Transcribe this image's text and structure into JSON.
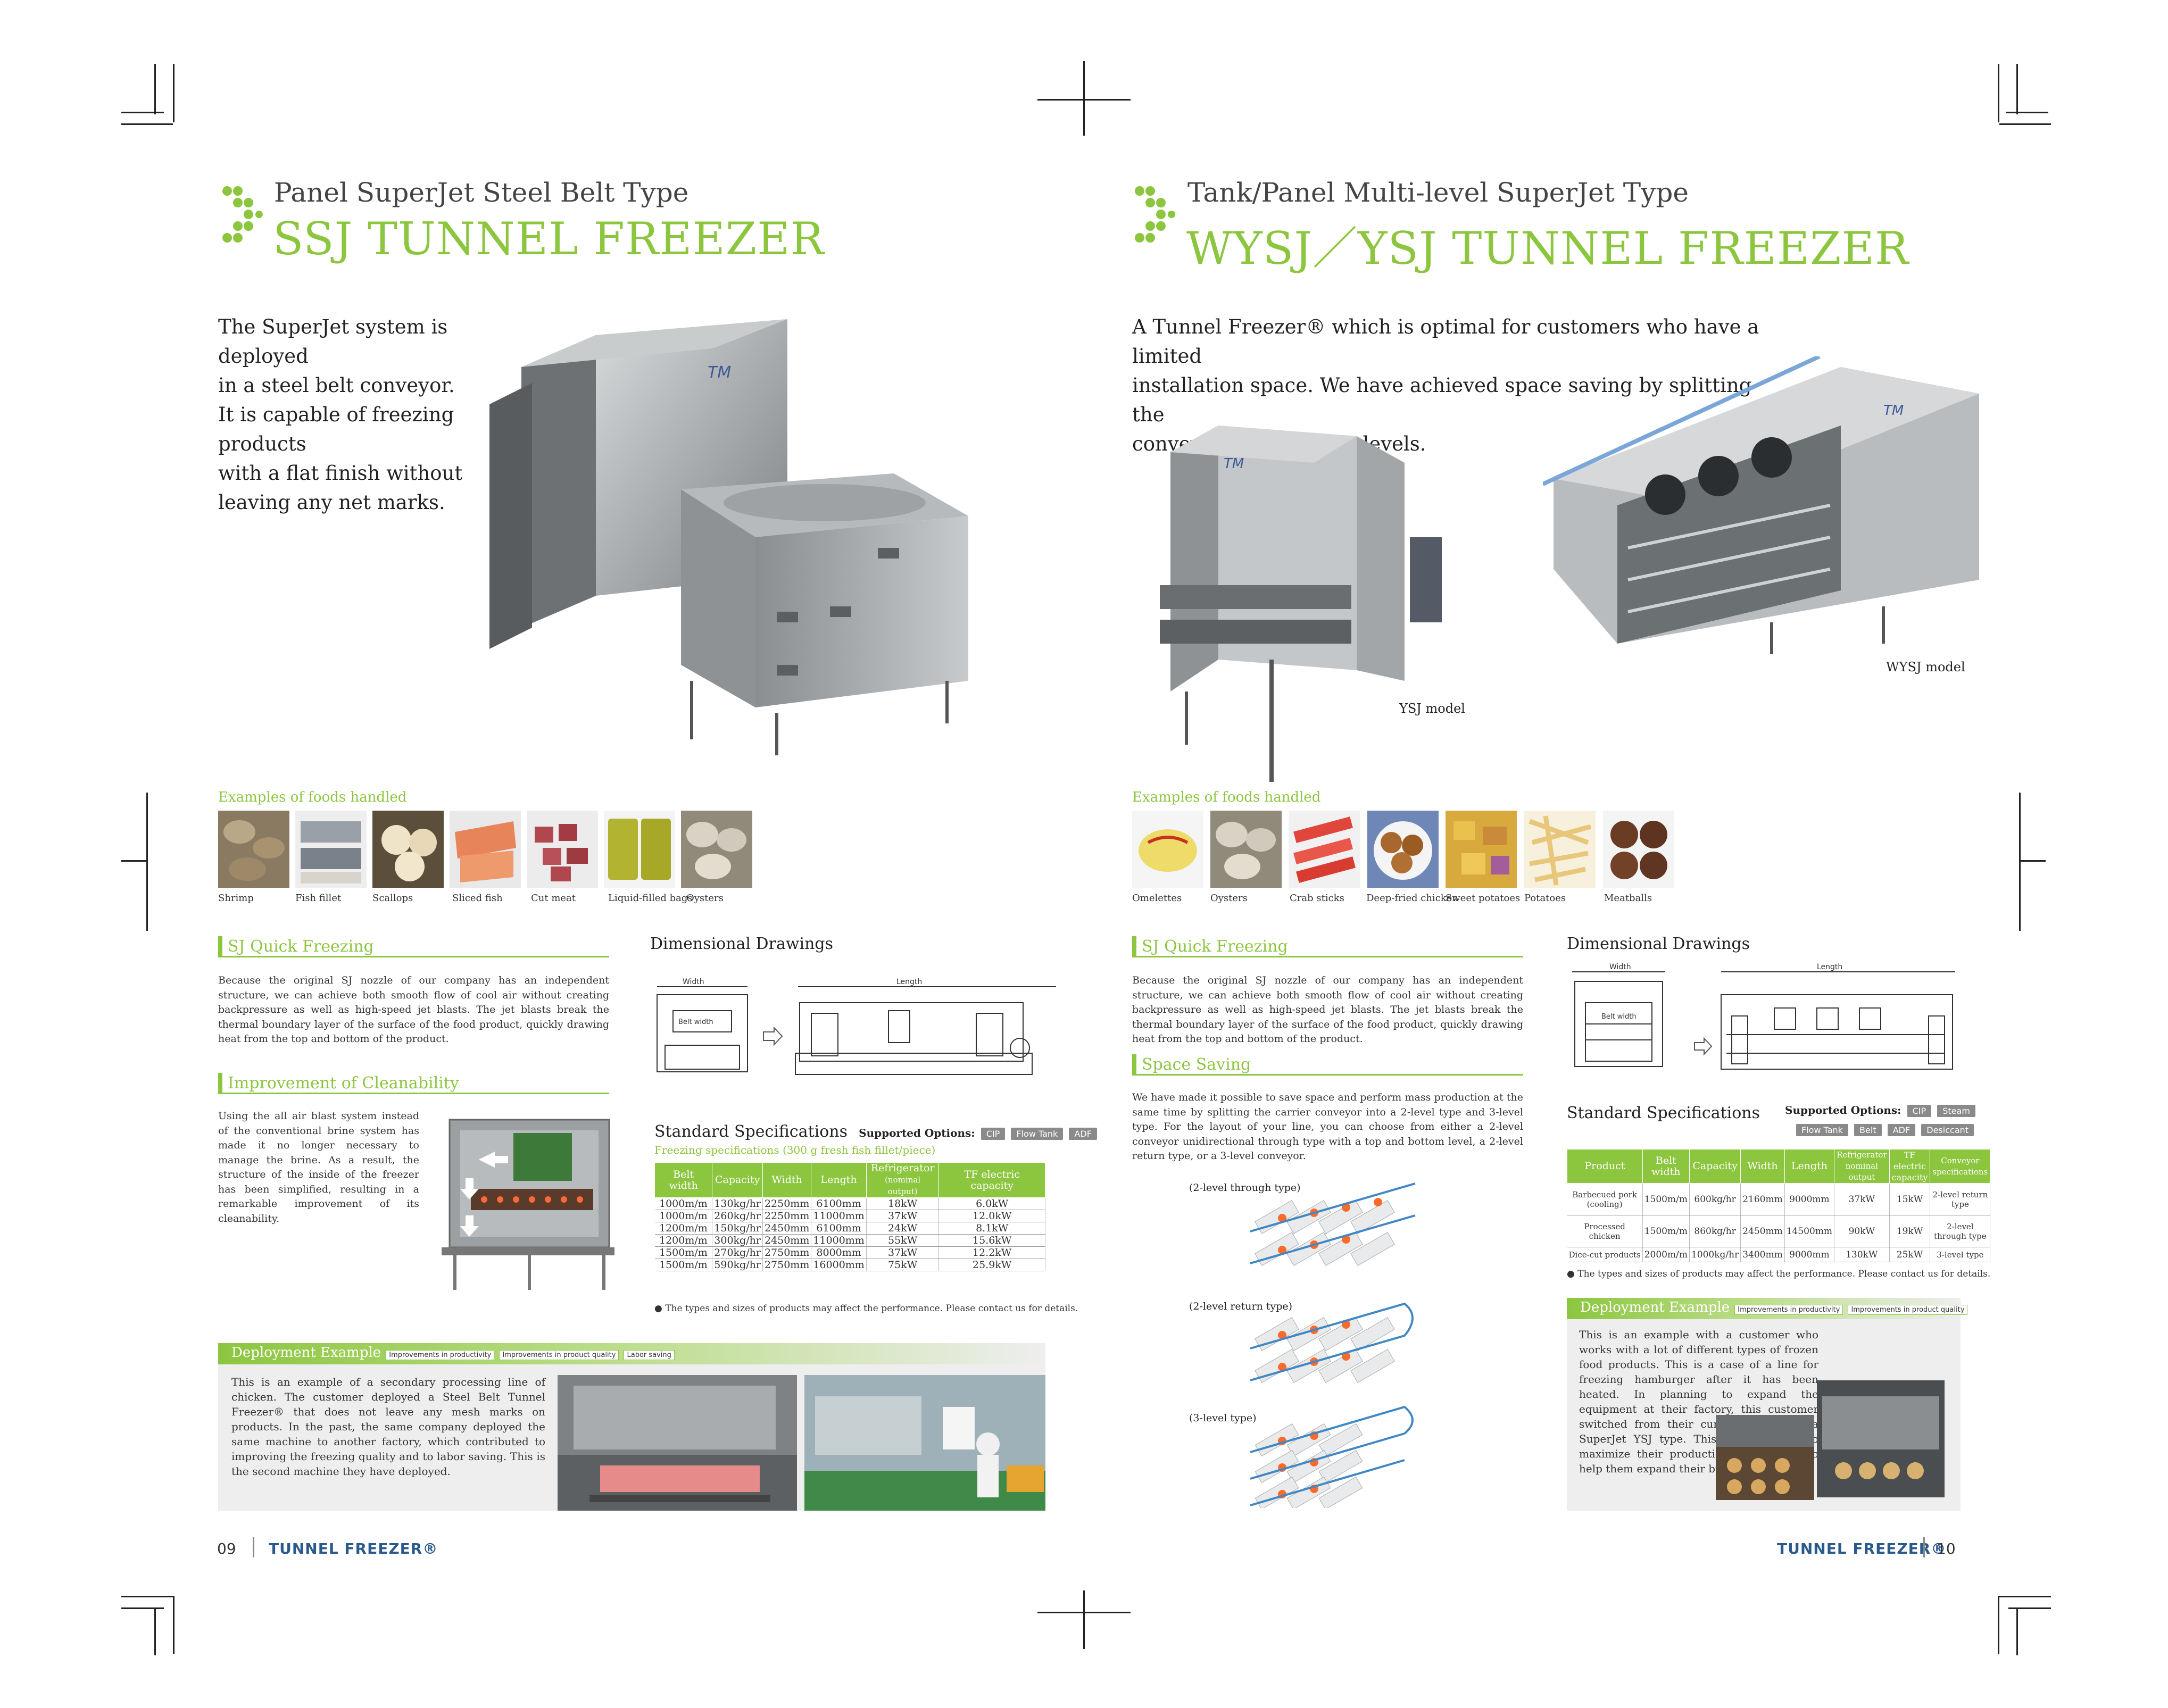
{
  "left": {
    "subtitle": "Panel SuperJet Steel Belt Type",
    "title": "SSJ TUNNEL FREEZER",
    "intro": [
      "The SuperJet system is deployed",
      "in a steel belt conveyor.",
      "It is capable of freezing products",
      "with a flat finish without",
      "leaving any net marks."
    ],
    "foods_heading": "Examples of foods handled",
    "foods": [
      {
        "label": "Shrimp",
        "color": "#8a7a62"
      },
      {
        "label": "Fish fillet",
        "color": "#9aa0a8"
      },
      {
        "label": "Scallops",
        "color": "#e8d8b8"
      },
      {
        "label": "Sliced fish",
        "color": "#e7845a"
      },
      {
        "label": "Cut meat",
        "color": "#b0464e"
      },
      {
        "label": "Liquid-filled bags",
        "color": "#b2b330"
      },
      {
        "label": "Oysters",
        "color": "#cfcabb"
      }
    ],
    "sj_heading": "SJ Quick Freezing",
    "sj_text": "Because the original SJ nozzle of our company has an independent structure, we can achieve both smooth flow of cool air without creating backpressure as well as high-speed jet blasts. The jet blasts break the thermal boundary layer of the surface of the food product, quickly drawing heat from the top and bottom of the product.",
    "clean_heading": "Improvement of Cleanability",
    "clean_text": "Using the all air blast system instead of the conventional brine system has made it no longer necessary to manage the brine. As a result, the structure of the inside of the freezer has been simplified, resulting in a remarkable improvement of its cleanability.",
    "drawings_title": "Dimensional Drawings",
    "drawing_labels": {
      "width": "Width",
      "length": "Length",
      "belt_width": "Belt width"
    },
    "spec_title": "Standard Specifications",
    "options_label": "Supported Options:",
    "options": [
      "CIP",
      "Flow Tank",
      "ADF"
    ],
    "spec_sub": "Freezing specifications (300 g fresh fish fillet/piece)",
    "spec_headers": [
      "Belt width",
      "Capacity",
      "Width",
      "Length",
      "Refrigerator",
      "TF electric capacity"
    ],
    "spec_header_sub": "(nominal output)",
    "spec_rows": [
      [
        "1000m/m",
        "130kg/hr",
        "2250mm",
        "6100mm",
        "18kW",
        "6.0kW"
      ],
      [
        "1000m/m",
        "260kg/hr",
        "2250mm",
        "11000mm",
        "37kW",
        "12.0kW"
      ],
      [
        "1200m/m",
        "150kg/hr",
        "2450mm",
        "6100mm",
        "24kW",
        "8.1kW"
      ],
      [
        "1200m/m",
        "300kg/hr",
        "2450mm",
        "11000mm",
        "55kW",
        "15.6kW"
      ],
      [
        "1500m/m",
        "270kg/hr",
        "2750mm",
        "8000mm",
        "37kW",
        "12.2kW"
      ],
      [
        "1500m/m",
        "590kg/hr",
        "2750mm",
        "16000mm",
        "75kW",
        "25.9kW"
      ]
    ],
    "spec_note": "● The types and sizes of products may affect the performance. Please contact us for details.",
    "deploy_title": "Deployment Example",
    "deploy_badges": [
      "Improvements in productivity",
      "Improvements in product quality",
      "Labor saving"
    ],
    "deploy_text": "This is an example of a secondary processing line of chicken. The customer deployed a Steel Belt Tunnel Freezer® that does not leave any mesh marks on products. In the past, the same company deployed the same machine to another factory, which contributed to improving the freezing quality and to labor saving. This is the second machine they have deployed.",
    "page_num": "09",
    "brand": "TUNNEL FREEZER®"
  },
  "right": {
    "subtitle": "Tank/Panel Multi-level SuperJet Type",
    "title": "WYSJ／YSJ TUNNEL FREEZER",
    "intro": [
      "A Tunnel Freezer® which is optimal for customers who have a limited",
      "installation space. We have achieved space saving by splitting the",
      "conveyor into multiple levels."
    ],
    "ysj_caption": "YSJ model",
    "wysj_caption": "WYSJ model",
    "foods_heading": "Examples of foods handled",
    "foods": [
      {
        "label": "Omelettes",
        "color": "#eedb6a"
      },
      {
        "label": "Oysters",
        "color": "#cfcabb"
      },
      {
        "label": "Crab sticks",
        "color": "#e0463c"
      },
      {
        "label": "Deep-fried chicken",
        "color": "#a8672c"
      },
      {
        "label": "Sweet potatoes",
        "color": "#d8a93c"
      },
      {
        "label": "Potatoes",
        "color": "#e8c67a"
      },
      {
        "label": "Meatballs",
        "color": "#6b3c24"
      }
    ],
    "sj_heading": "SJ Quick Freezing",
    "sj_text": "Because the original SJ nozzle of our company has an independent structure, we can achieve both smooth flow of cool air without creating backpressure as well as high-speed jet blasts. The jet blasts break the thermal boundary layer of the surface of the food product, quickly drawing heat from the top and bottom of the product.",
    "space_heading": "Space Saving",
    "space_text": "We have made it possible to save space and perform mass production at the same time by splitting the carrier conveyor into a 2-level type and 3-level type. For the layout of your line, you can choose from either a 2-level conveyor unidirectional through type with a top and bottom level, a 2-level return type, or a 3-level conveyor.",
    "conveyor_types": [
      "(2-level through type)",
      "(2-level return type)",
      "(3-level type)"
    ],
    "drawings_title": "Dimensional Drawings",
    "drawing_labels": {
      "width": "Width",
      "length": "Length",
      "belt_width": "Belt width"
    },
    "spec_title": "Standard Specifications",
    "options_label": "Supported Options:",
    "options": [
      "CIP",
      "Steam",
      "Flow Tank",
      "Belt",
      "ADF",
      "Desiccant"
    ],
    "spec_headers": [
      "Product",
      "Belt width",
      "Capacity",
      "Width",
      "Length",
      "Refrigerator nominal output",
      "TF electric capacity",
      "Conveyor specifications"
    ],
    "spec_rows": [
      [
        "Barbecued pork (cooling)",
        "1500m/m",
        "600kg/hr",
        "2160mm",
        "9000mm",
        "37kW",
        "15kW",
        "2-level return type"
      ],
      [
        "Processed chicken",
        "1500m/m",
        "860kg/hr",
        "2450mm",
        "14500mm",
        "90kW",
        "19kW",
        "2-level through type"
      ],
      [
        "Dice-cut products",
        "2000m/m",
        "1000kg/hr",
        "3400mm",
        "9000mm",
        "130kW",
        "25kW",
        "3-level type"
      ]
    ],
    "spec_note": "● The types and sizes of products may affect the performance. Please contact us for details.",
    "deploy_title": "Deployment Example",
    "deploy_badges": [
      "Improvements in productivity",
      "Improvements in product quality"
    ],
    "deploy_text": "This is an example with a customer who works with a lot of different types of frozen food products. This is a case of a line for freezing hamburger after it has been heated. In planning to expand the equipment at their factory, this customer switched from their current freezer to a SuperJet YSJ type. This allowed them to maximize their production volume and to help them expand their business.",
    "page_num": "10",
    "brand": "TUNNEL FREEZER®"
  },
  "colors": {
    "accent": "#8cc63f",
    "text": "#222222",
    "brand": "#2a5a8c",
    "badge": "#8a8a8a",
    "panel": "#eeeeee"
  }
}
